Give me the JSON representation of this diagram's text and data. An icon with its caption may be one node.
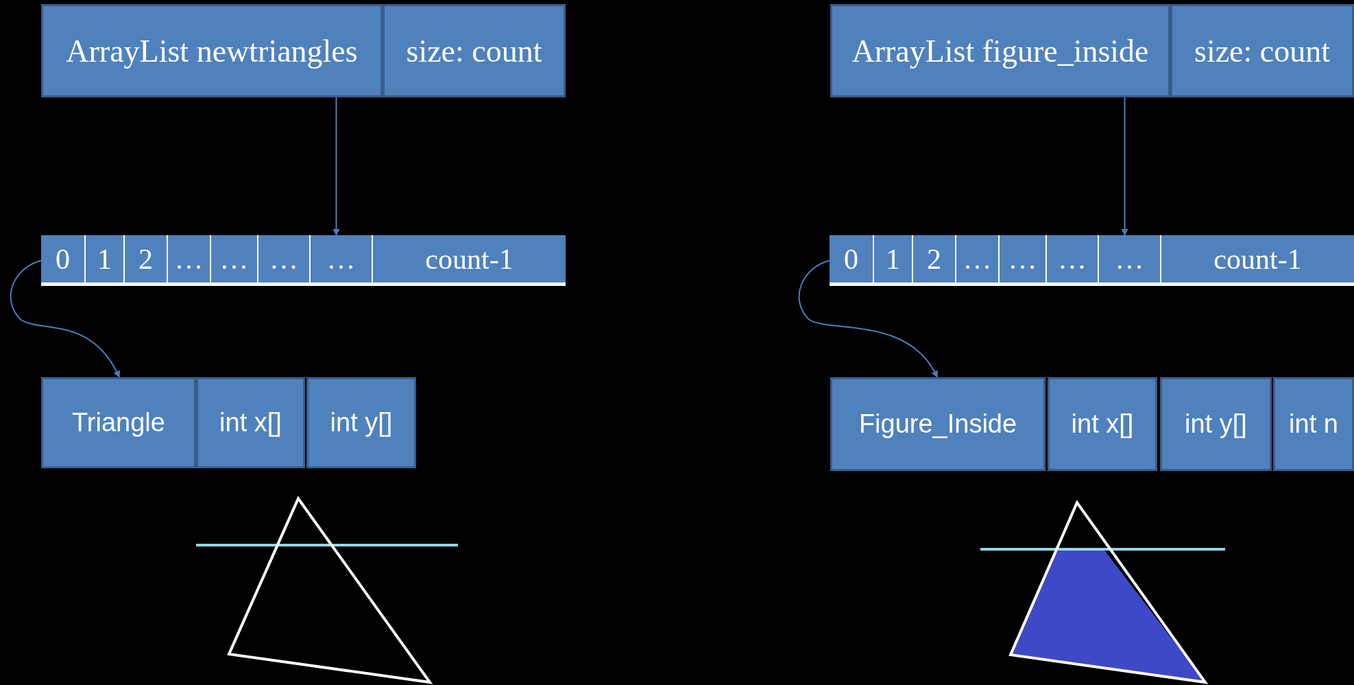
{
  "diagram": {
    "nodes": [
      {
        "text": [
          "ArrayList newtriangles"
        ]
      },
      {
        "text": [
          "size: count"
        ]
      },
      {
        "text": [
          "0"
        ]
      },
      {
        "text": [
          "1"
        ]
      },
      {
        "text": [
          "2"
        ]
      },
      {
        "text": [
          "…"
        ]
      },
      {
        "text": [
          "…"
        ]
      },
      {
        "text": [
          "…"
        ]
      },
      {
        "text": [
          "…"
        ]
      },
      {
        "text": [
          "count-1"
        ]
      },
      {
        "text": [
          "Triangle"
        ]
      },
      {
        "text": [
          "int x[]"
        ]
      },
      {
        "text": [
          "int y[]"
        ]
      },
      {
        "text": [
          "ArrayList figure_inside"
        ]
      },
      {
        "text": [
          "size: count"
        ]
      },
      {
        "text": [
          "0"
        ]
      },
      {
        "text": [
          "1"
        ]
      },
      {
        "text": [
          "2"
        ]
      },
      {
        "text": [
          "…"
        ]
      },
      {
        "text": [
          "…"
        ]
      },
      {
        "text": [
          "…"
        ]
      },
      {
        "text": [
          "…"
        ]
      },
      {
        "text": [
          "count-1"
        ]
      },
      {
        "text": [
          "Figure_Inside"
        ]
      },
      {
        "text": [
          "int x[]"
        ]
      },
      {
        "text": [
          "int y[]"
        ]
      },
      {
        "text": [
          "int n"
        ]
      }
    ],
    "edges": [
      {
        "from": 0,
        "to": 8,
        "arrow": "to"
      },
      {
        "from": 2,
        "to": 10,
        "arrow": "to"
      },
      {
        "from": 13,
        "to": 21,
        "arrow": "to"
      },
      {
        "from": 15,
        "to": 23,
        "arrow": "to"
      }
    ]
  }
}
